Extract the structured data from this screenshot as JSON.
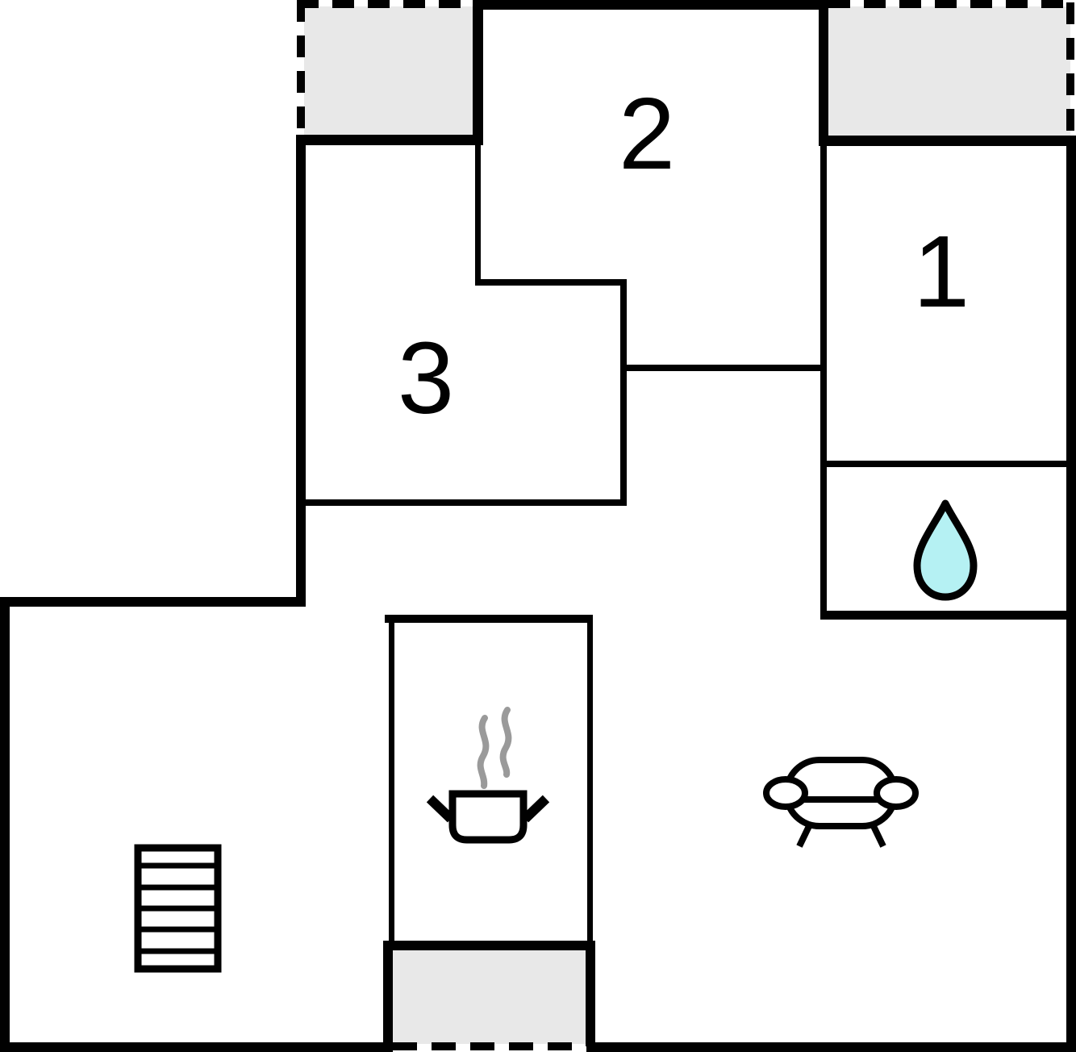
{
  "colors": {
    "bg": "#ffffff",
    "wall": "#010101",
    "area": "#e8e8e8",
    "drop": "#b5f1f3",
    "steam": "#9a9a9a"
  },
  "rooms": [
    {
      "label": "1"
    },
    {
      "label": "2"
    },
    {
      "label": "3"
    }
  ],
  "stairs": {
    "treads": 6
  }
}
